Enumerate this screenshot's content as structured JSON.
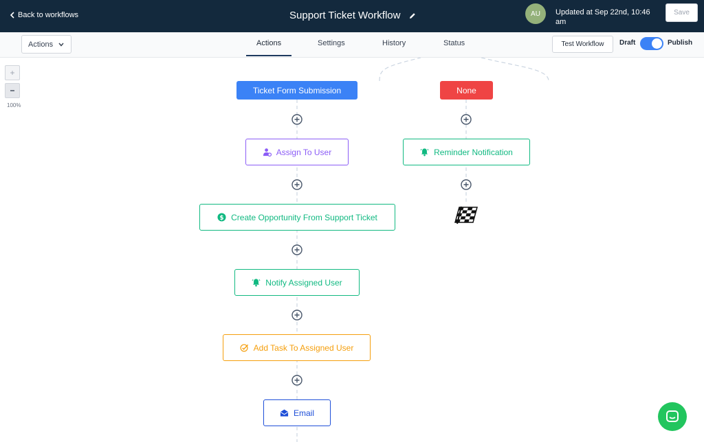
{
  "header": {
    "back_label": "Back to workflows",
    "title": "Support Ticket Workflow",
    "avatar_initials": "AU",
    "avatar_color": "#94b17a",
    "updated_text": "Updated at Sep 22nd, 10:46 am",
    "save_label": "Save"
  },
  "toolbar": {
    "actions_label": "Actions",
    "tabs": [
      {
        "label": "Actions",
        "active": true
      },
      {
        "label": "Settings",
        "active": false
      },
      {
        "label": "History",
        "active": false
      },
      {
        "label": "Status",
        "active": false
      }
    ],
    "test_label": "Test Workflow",
    "draft_label": "Draft",
    "publish_label": "Publish",
    "publish_toggle_on": true
  },
  "zoom": {
    "in_label": "+",
    "out_label": "−",
    "level": "100%"
  },
  "workflow": {
    "triggers": [
      {
        "label": "Ticket Form Submission",
        "color": "#3b82f6"
      },
      {
        "label": "None",
        "color": "#ef4444"
      }
    ],
    "main_branch": [
      {
        "label": "Assign To User",
        "icon": "user-assign-icon",
        "color": "#8b5cf6"
      },
      {
        "label": "Create Opportunity From Support Ticket",
        "icon": "dollar-icon",
        "color": "#10b981"
      },
      {
        "label": "Notify Assigned User",
        "icon": "bell-icon",
        "color": "#10b981"
      },
      {
        "label": "Add Task To Assigned User",
        "icon": "task-check-icon",
        "color": "#f59e0b"
      },
      {
        "label": "Email",
        "icon": "mail-icon",
        "color": "#1d4ed8"
      }
    ],
    "side_branch": [
      {
        "label": "Reminder Notification",
        "icon": "bell-icon",
        "color": "#10b981"
      }
    ],
    "end_marker": "finish-flag-icon"
  },
  "chat": {
    "icon": "chat-icon",
    "color": "#22c55e"
  }
}
